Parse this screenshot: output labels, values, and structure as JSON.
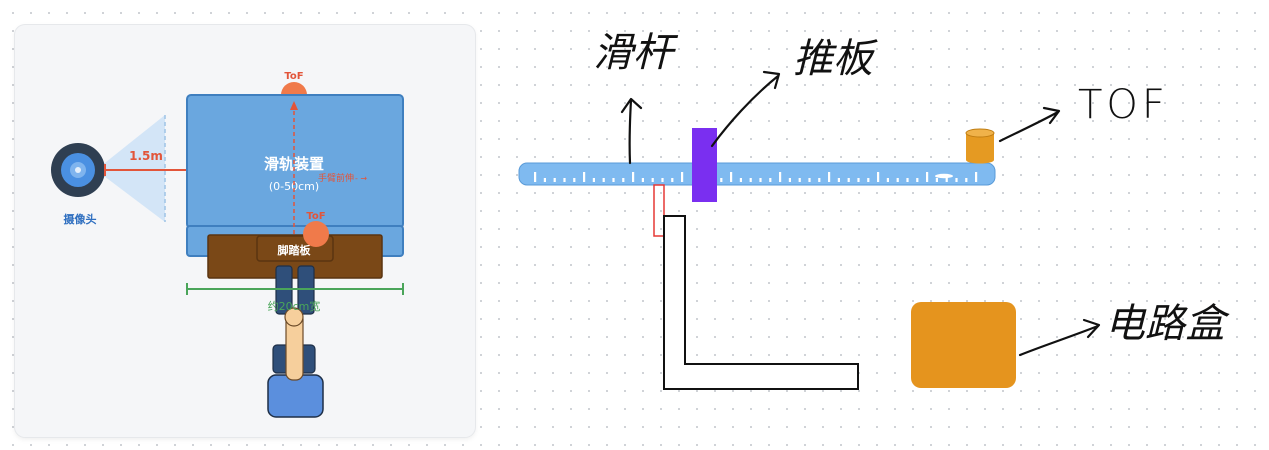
{
  "left_diagram": {
    "camera_label": "摄像头",
    "distance_label": "1.5m",
    "device_title": "滑轨装置",
    "device_range": "(0-50cm)",
    "tof_top_label": "ToF",
    "tof_bottom_label": "ToF",
    "arm_label": "手臂前伸",
    "pedal_label": "脚踏板",
    "width_label": "约20cm宽",
    "colors": {
      "device_blue": "#6aa7df",
      "device_border": "#3f7fbf",
      "tof_orange": "#f07a4a",
      "pedal_brown": "#7a4817",
      "distance_red": "#e2553a",
      "width_green": "#4aa55a",
      "camera_dark": "#2f3f52",
      "camera_blue": "#4a90e2",
      "person_blue": "#5b8fdd",
      "skin": "#f6cf9c"
    }
  },
  "sketch": {
    "slide_rod_label": "滑杆",
    "push_plate_label": "推板",
    "tof_label": "TOF",
    "circuit_box_label": "电路盒",
    "colors": {
      "rail": "#7fbaf0",
      "push_plate": "#7a2ff0",
      "tof_cylinder": "#e59a22",
      "circuit_box": "#e5941e",
      "connector": "#e53935"
    }
  }
}
